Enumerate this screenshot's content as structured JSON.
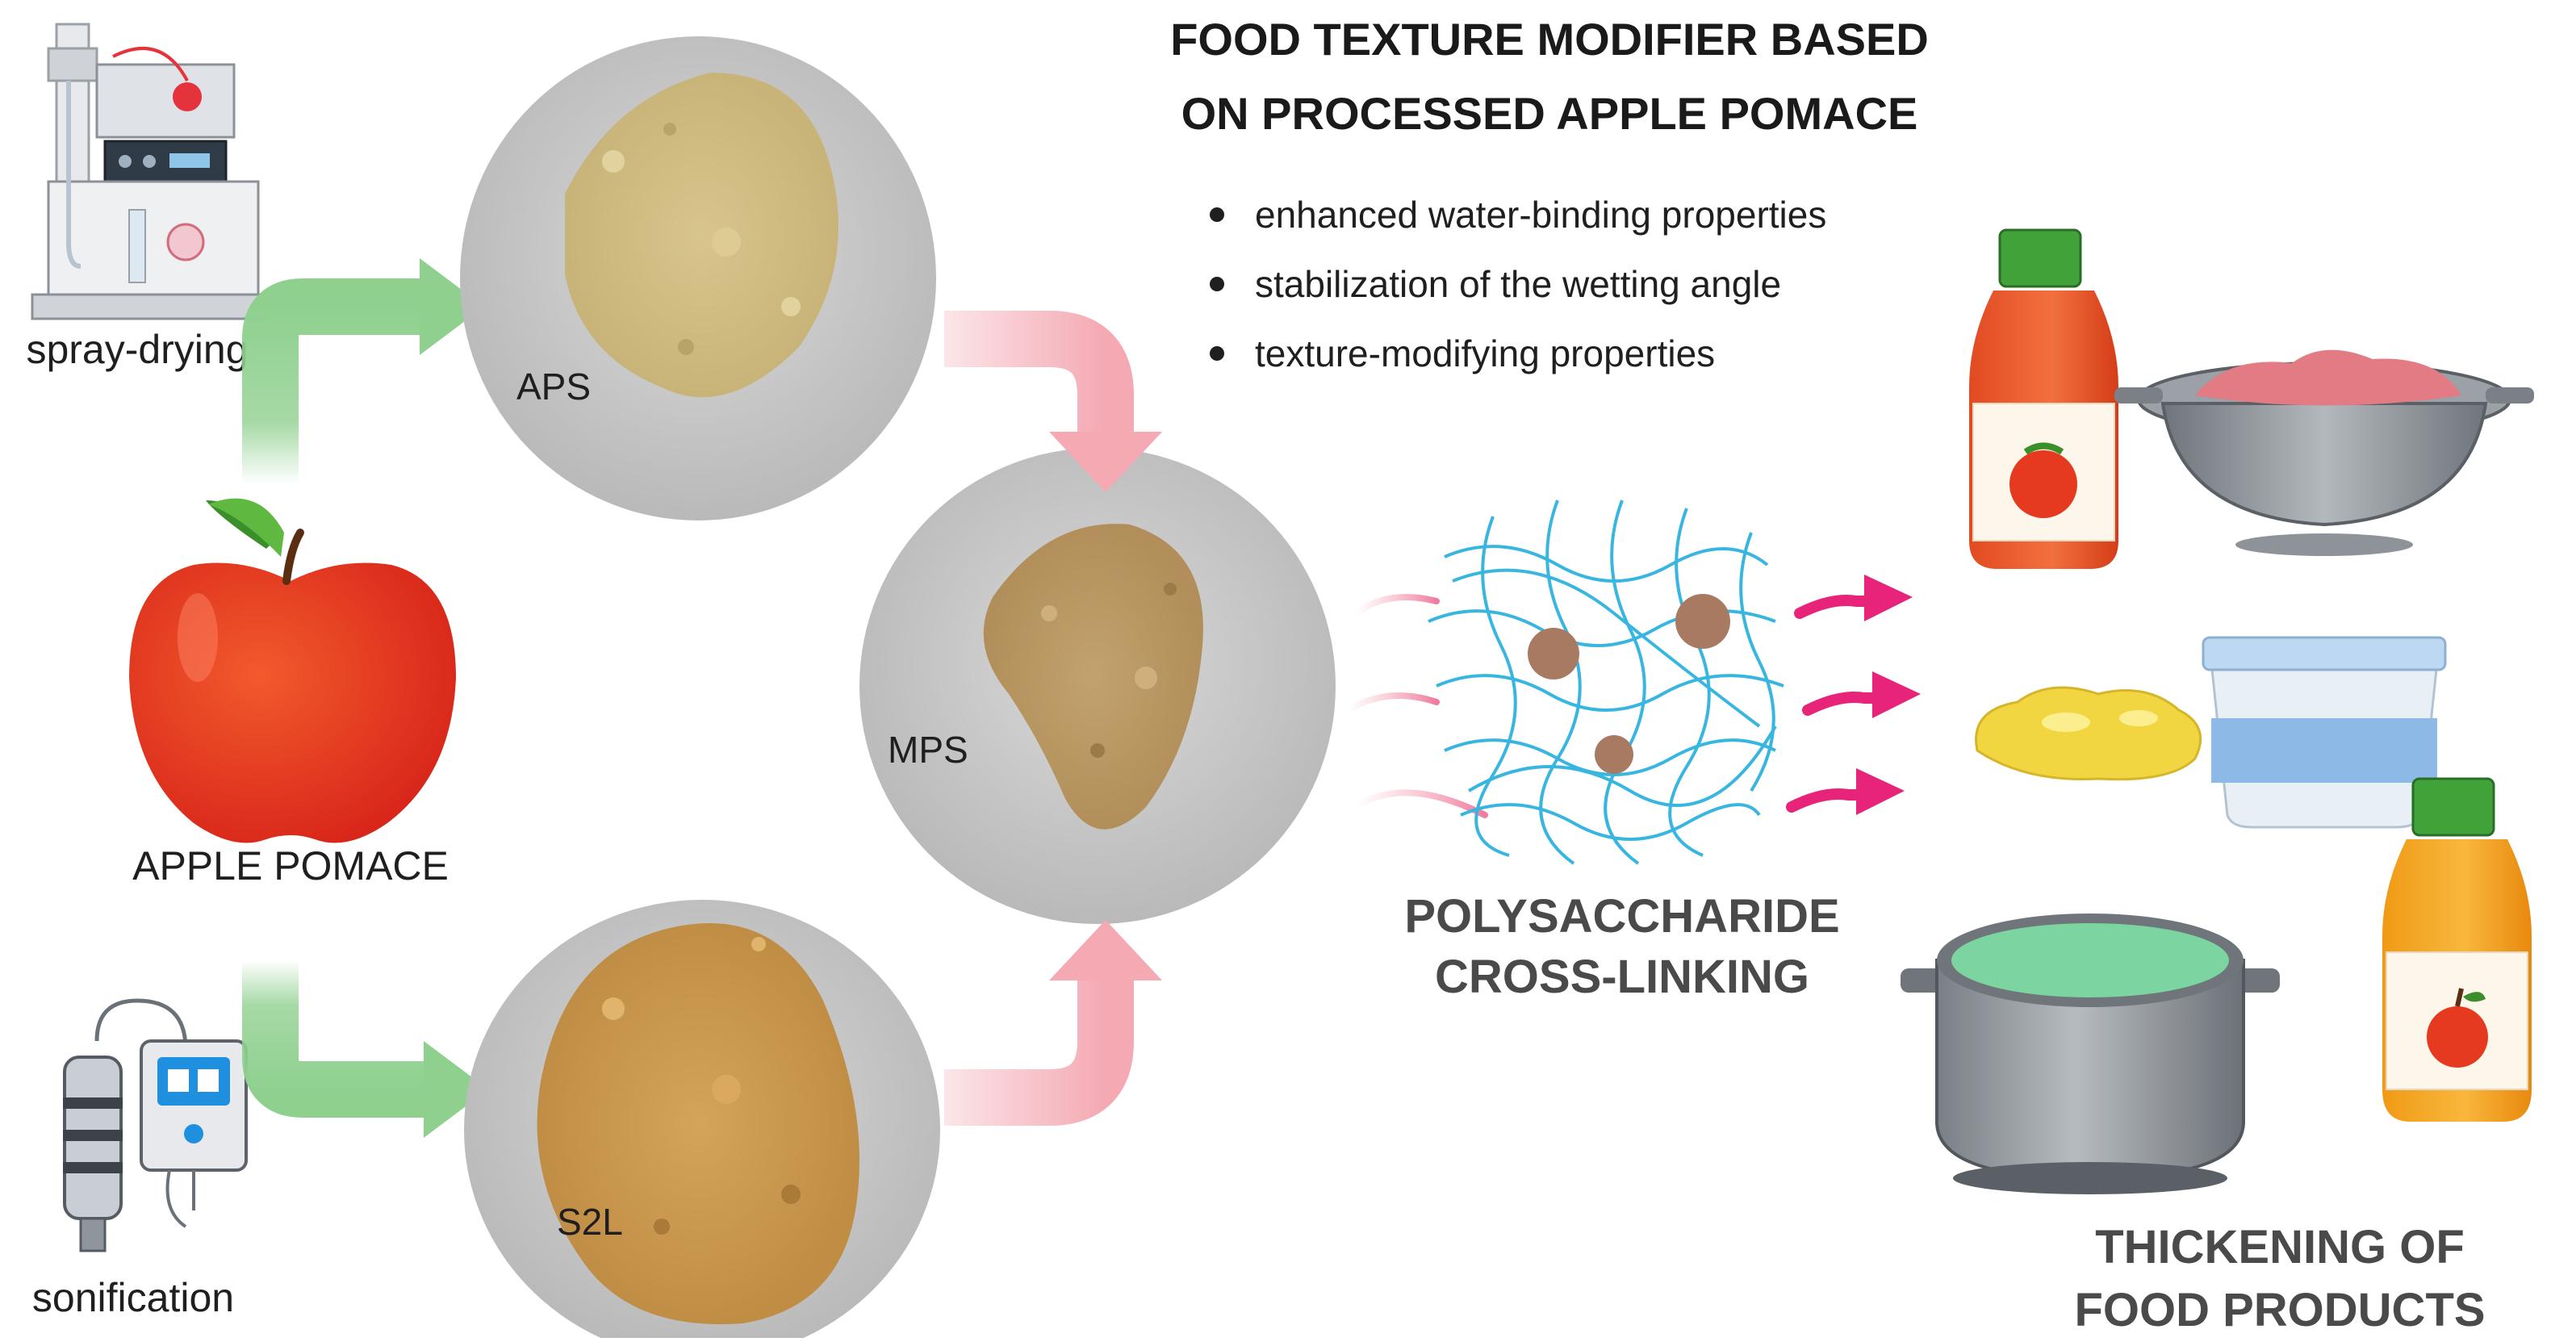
{
  "title": {
    "line1": "FOOD TEXTURE MODIFIER BASED",
    "line2": "ON PROCESSED APPLE POMACE"
  },
  "properties": [
    "enhanced water-binding properties",
    "stabilization of the wetting angle",
    "texture-modifying properties"
  ],
  "processes": {
    "top": "spray-drying",
    "bottom": "sonification"
  },
  "source": "APPLE POMACE",
  "samples": {
    "aps": "APS",
    "mps": "MPS",
    "s2l": "S2L"
  },
  "crosslink": {
    "line1": "POLYSACCHARIDE",
    "line2": "CROSS-LINKING"
  },
  "outcome": {
    "line1": "THICKENING OF",
    "line2": "FOOD PRODUCTS"
  },
  "colors": {
    "green_arrow": "#8fd08f",
    "pink_arrow": "#f4a9b3",
    "magenta_arrow": "#e8247a",
    "network": "#39b6e0",
    "particle": "#a87a62",
    "apple_red": "#e8321c"
  }
}
